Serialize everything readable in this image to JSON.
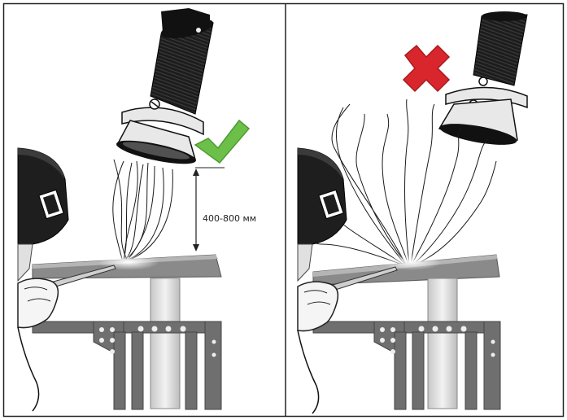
{
  "panels": [
    {
      "id": "correct",
      "verdict": "correct",
      "mark_color": "#6cc04a",
      "dimension_label": "400-800 мм"
    },
    {
      "id": "incorrect",
      "verdict": "incorrect",
      "mark_color": "#d9262c"
    }
  ],
  "colors": {
    "frame": "#222222",
    "divider": "#222222",
    "hose": "#1c1c1c",
    "hood": "#e8e8e8",
    "table_top": "#8a8a8a",
    "table_frame": "#6f6f6f",
    "leg": "#d0d0d0",
    "helmet": "#1e1e1e",
    "glove": "#f5f5f5",
    "smoke": "#1a1a1a"
  }
}
